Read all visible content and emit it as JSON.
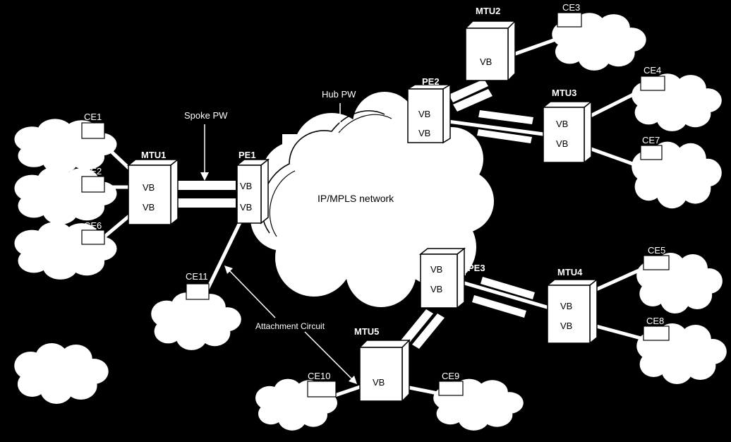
{
  "network": {
    "label": "IP/MPLS network"
  },
  "annotations": {
    "hub_pw": "Hub PW",
    "spoke_pw": "Spoke PW",
    "attachment_circuit": "Attachment Circuit"
  },
  "pe": [
    {
      "id": "pe1",
      "label": "PE1",
      "vb": [
        "VB",
        "VB"
      ]
    },
    {
      "id": "pe2",
      "label": "PE2",
      "vb": [
        "VB",
        "VB"
      ]
    },
    {
      "id": "pe3",
      "label": "PE3",
      "vb": [
        "VB",
        "VB"
      ]
    }
  ],
  "mtu": [
    {
      "id": "mtu1",
      "label": "MTU1",
      "vb": [
        "VB",
        "VB"
      ]
    },
    {
      "id": "mtu2",
      "label": "MTU2",
      "vb": [
        "VB"
      ]
    },
    {
      "id": "mtu3",
      "label": "MTU3",
      "vb": [
        "VB",
        "VB"
      ]
    },
    {
      "id": "mtu4",
      "label": "MTU4",
      "vb": [
        "VB",
        "VB"
      ]
    },
    {
      "id": "mtu5",
      "label": "MTU5",
      "vb": [
        "VB"
      ]
    }
  ],
  "ce": [
    {
      "id": "ce1",
      "label": "CE1"
    },
    {
      "id": "ce2",
      "label": "CE2"
    },
    {
      "id": "ce6",
      "label": "CE6"
    },
    {
      "id": "ce11",
      "label": "CE11"
    },
    {
      "id": "ce3",
      "label": "CE3"
    },
    {
      "id": "ce4",
      "label": "CE4"
    },
    {
      "id": "ce7",
      "label": "CE7"
    },
    {
      "id": "ce5",
      "label": "CE5"
    },
    {
      "id": "ce8",
      "label": "CE8"
    },
    {
      "id": "ce10",
      "label": "CE10"
    },
    {
      "id": "ce9",
      "label": "CE9"
    }
  ]
}
